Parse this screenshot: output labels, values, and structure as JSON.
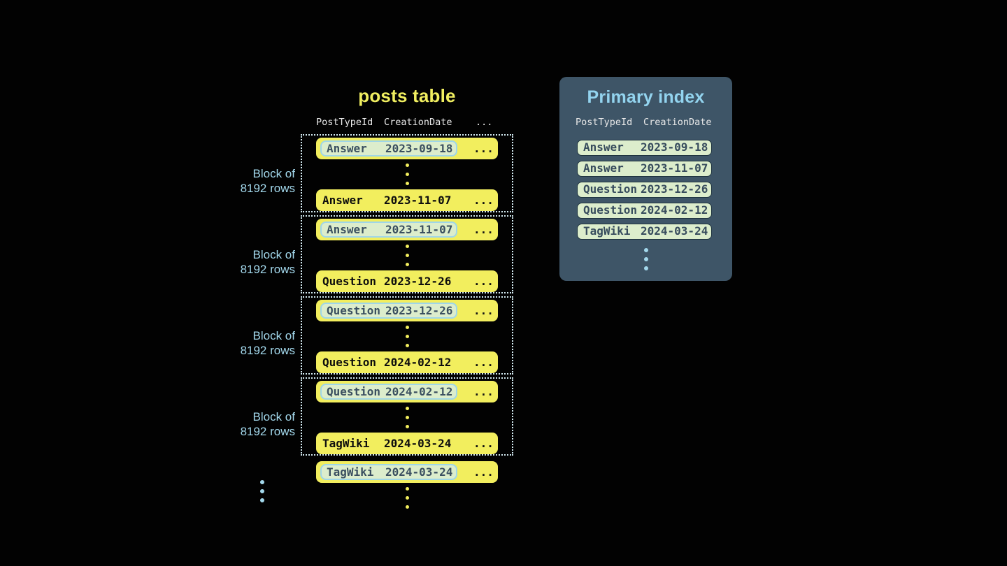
{
  "posts_table": {
    "title": "posts table",
    "columns": [
      "PostTypeId",
      "CreationDate",
      "..."
    ],
    "row_ellipsis": "...",
    "blocks": [
      {
        "label_line1": "Block of",
        "label_line2": "8192 rows",
        "first_row": {
          "post_type": "Answer",
          "creation_date": "2023-09-18"
        },
        "last_row": {
          "post_type": "Answer",
          "creation_date": "2023-11-07"
        }
      },
      {
        "label_line1": "Block of",
        "label_line2": "8192 rows",
        "first_row": {
          "post_type": "Answer",
          "creation_date": "2023-11-07"
        },
        "last_row": {
          "post_type": "Question",
          "creation_date": "2023-12-26"
        }
      },
      {
        "label_line1": "Block of",
        "label_line2": "8192 rows",
        "first_row": {
          "post_type": "Question",
          "creation_date": "2023-12-26"
        },
        "last_row": {
          "post_type": "Question",
          "creation_date": "2024-02-12"
        }
      },
      {
        "label_line1": "Block of",
        "label_line2": "8192 rows",
        "first_row": {
          "post_type": "Question",
          "creation_date": "2024-02-12"
        },
        "last_row": {
          "post_type": "TagWiki",
          "creation_date": "2024-03-24"
        }
      }
    ],
    "overflow_row": {
      "post_type": "TagWiki",
      "creation_date": "2024-03-24"
    }
  },
  "primary_index": {
    "title": "Primary index",
    "columns": [
      "PostTypeId",
      "CreationDate"
    ],
    "rows": [
      {
        "post_type": "Answer",
        "creation_date": "2023-09-18"
      },
      {
        "post_type": "Answer",
        "creation_date": "2023-11-07"
      },
      {
        "post_type": "Question",
        "creation_date": "2023-12-26"
      },
      {
        "post_type": "Question",
        "creation_date": "2024-02-12"
      },
      {
        "post_type": "TagWiki",
        "creation_date": "2024-03-24"
      }
    ]
  },
  "colors": {
    "background": "#020202",
    "row_yellow": "#f2ee5e",
    "title_yellow": "#f0ee60",
    "highlight_mint": "#dcedcc",
    "highlight_border_blue": "#9fd6e8",
    "accent_light_blue": "#a3d8ec",
    "panel_background": "#3e5567",
    "panel_row_border": "#1f3440",
    "dark_slate_text": "#3a4f60",
    "header_text": "#e9e9e9",
    "dotted_outline": "#d4ebf2"
  }
}
